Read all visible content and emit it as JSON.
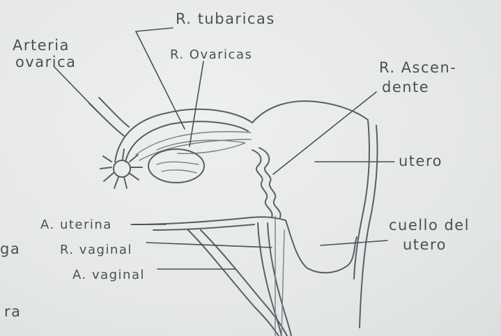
{
  "labels": {
    "arteria_ovarica_1": "Arteria",
    "arteria_ovarica_2": "ovarica",
    "r_tubaricas": "R. tubaricas",
    "r_ovaricas": "R. Ovaricas",
    "r_ascendente_1": "R. Ascen-",
    "r_ascendente_2": "dente",
    "utero": "utero",
    "a_uterina": "A. uterina",
    "r_vaginal": "R. vaginal",
    "a_vaginal": "A. vaginal",
    "cuello_1": "cuello del",
    "cuello_2": "utero",
    "edge_ga": "ga",
    "edge_ra": "ra"
  }
}
